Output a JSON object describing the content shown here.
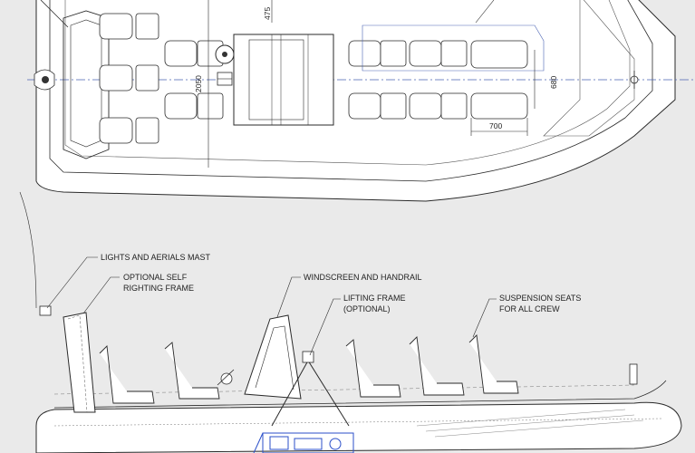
{
  "plan_view": {
    "dimensions": {
      "length_475": "475",
      "beam_2050": "2050",
      "seat_width_680": "680",
      "seat_spacing_700": "700"
    }
  },
  "side_view": {
    "callouts": {
      "mast": "LIGHTS AND AERIALS MAST",
      "frame_line1": "OPTIONAL SELF",
      "frame_line2": "RIGHTING FRAME",
      "windscreen": "WINDSCREEN AND HANDRAIL",
      "lifting_line1": "LIFTING FRAME",
      "lifting_line2": "(OPTIONAL)",
      "seats_line1": "SUSPENSION SEATS",
      "seats_line2": "FOR ALL CREW"
    }
  },
  "colors": {
    "background": "#eaeaea",
    "hull_fill": "#ffffff",
    "line": "#2a2a2a",
    "centerline": "#4a63b3",
    "engine": "#2b4fc9"
  }
}
